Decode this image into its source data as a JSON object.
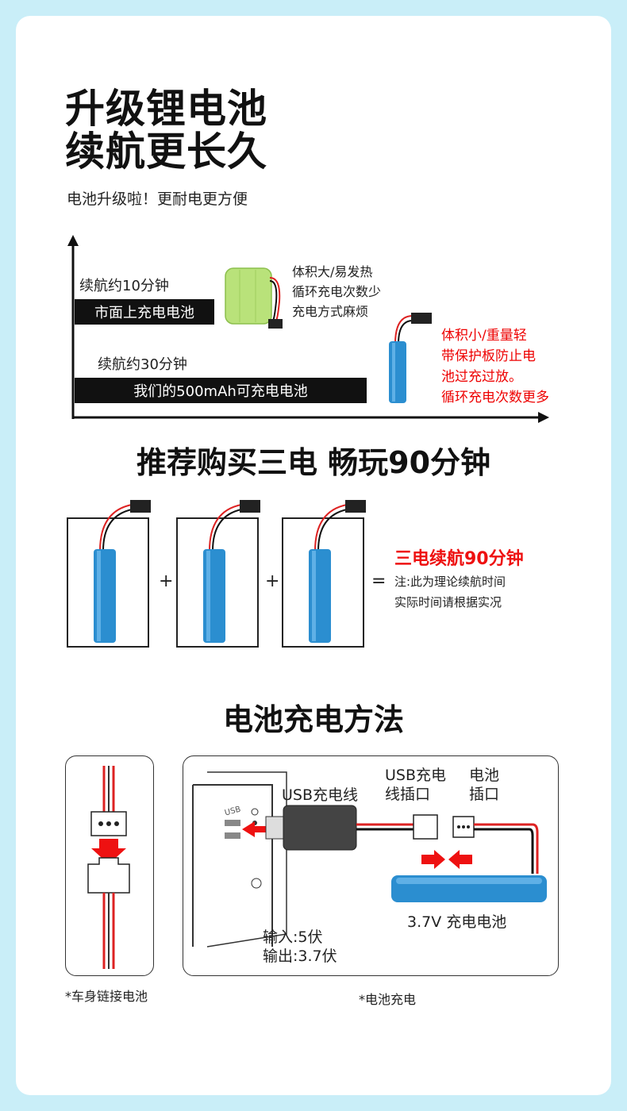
{
  "header": {
    "title_line1": "升级锂电池",
    "title_line2": "续航更长久",
    "subtitle": "电池升级啦！更耐电更方便"
  },
  "comparison": {
    "market_duration": "续航约10分钟",
    "market_tag": "市面上充电电池",
    "market_notes": [
      "体积大/易发热",
      "循环充电次数少",
      "充电方式麻烦"
    ],
    "ours_duration": "续航约30分钟",
    "ours_tag": "我们的500mAh可充电电池",
    "ours_notes": [
      "体积小/重量轻",
      "带保护板防止电",
      "池过充过放。",
      "循环充电次数更多"
    ]
  },
  "recommend": {
    "title": "推荐购买三电 畅玩90分钟",
    "plus": "+",
    "equals": "=",
    "result_title": "三电续航90分钟",
    "note_line1": "注:此为理论续航时间",
    "note_line2": "实际时间请根据实况"
  },
  "charging": {
    "title": "电池充电方法",
    "usb_cable": "USB充电线",
    "usb_port_line1": "USB充电",
    "usb_port_line2": "线插口",
    "battery_port_line1": "电池",
    "battery_port_line2": "插口",
    "battery_label": "3.7V 充电电池",
    "input_label": "输入:5伏",
    "output_label": "输出:3.7伏",
    "usb_text": "USB",
    "caption_left": "*车身链接电池",
    "caption_right": "*电池充电"
  },
  "colors": {
    "red": "#e11",
    "battery_blue": "#2b8ed0",
    "nimh_green": "#b9e27a"
  }
}
